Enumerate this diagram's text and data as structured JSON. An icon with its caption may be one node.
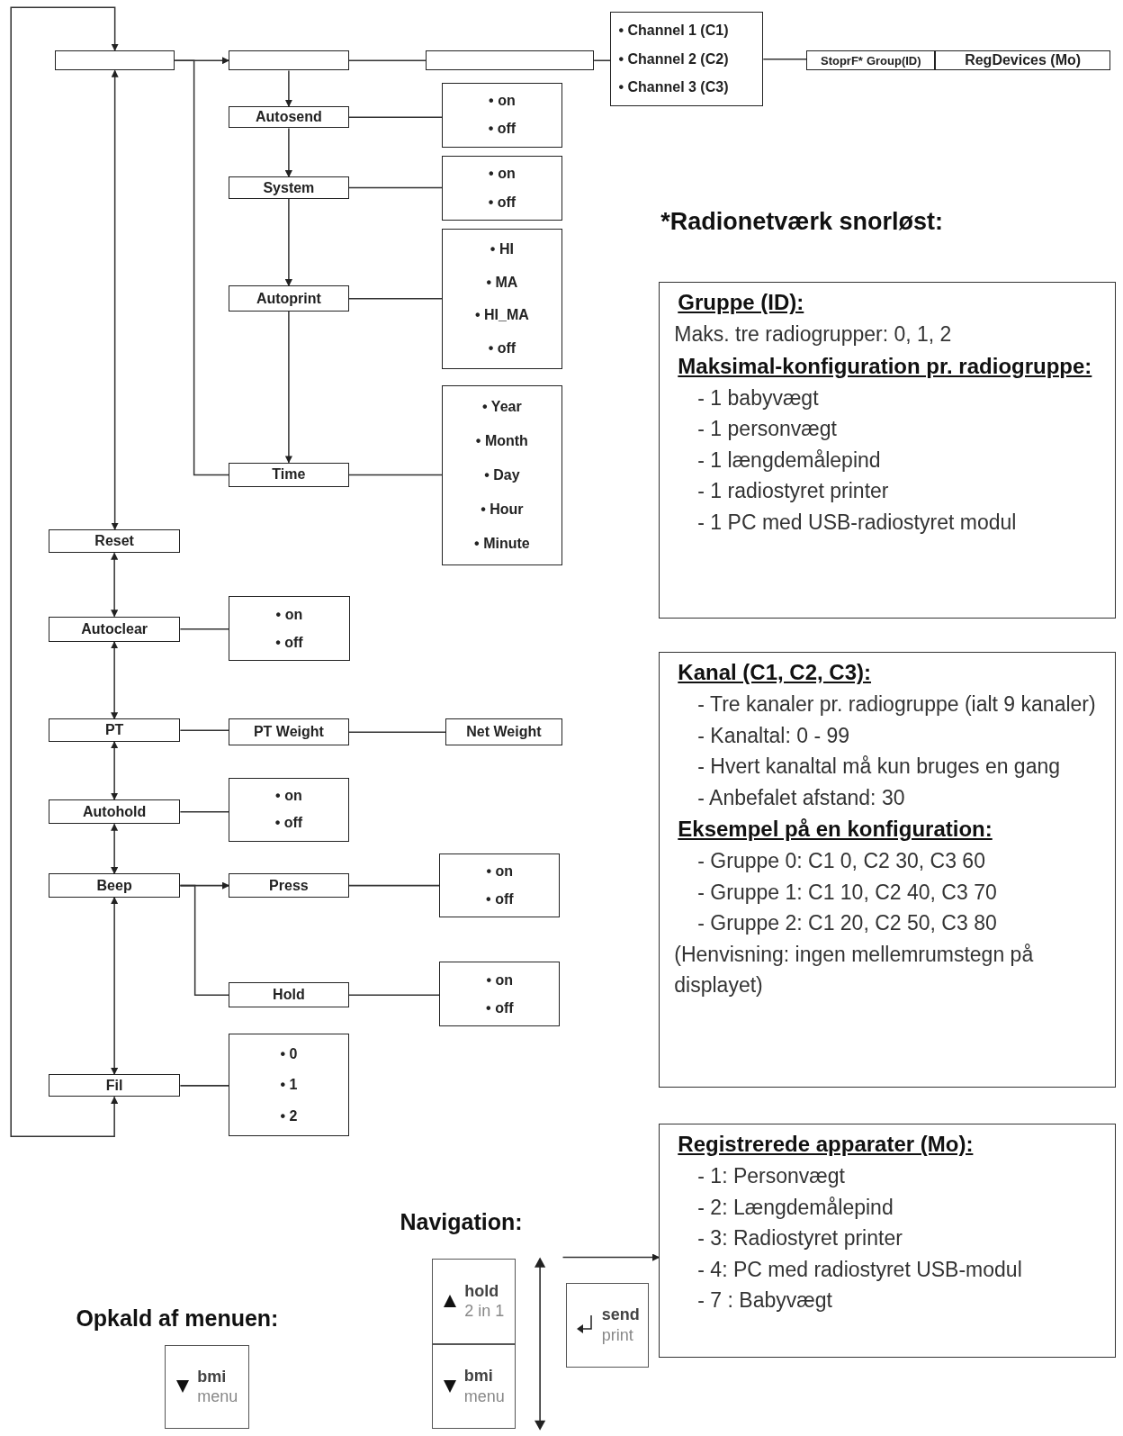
{
  "diagram": {
    "nodes": [
      {
        "text": [],
        "shape": "box"
      },
      {
        "text": [],
        "shape": "box"
      },
      {
        "text": [],
        "shape": "box"
      },
      {
        "text": [
          "• Channel 1 (C1)",
          "• Channel 2 (C2)",
          "• Channel 3 (C3)"
        ]
      },
      {
        "text": [
          "StoprF*",
          "Group(ID)"
        ]
      },
      {
        "text": [
          "RegDevices (Mo)"
        ]
      },
      {
        "text": [
          "Autosend"
        ]
      },
      {
        "text": [
          "• on",
          "• off"
        ]
      },
      {
        "text": [
          "System"
        ]
      },
      {
        "text": [
          "• on",
          "• off"
        ]
      },
      {
        "text": [
          "Autoprint"
        ]
      },
      {
        "text": [
          "• HI",
          "• MA",
          "• HI_MA",
          "• off"
        ]
      },
      {
        "text": [
          "Time"
        ]
      },
      {
        "text": [
          "• Year",
          "• Month",
          "• Day",
          "• Hour",
          "• Minute"
        ]
      },
      {
        "text": [
          "Reset"
        ]
      },
      {
        "text": [
          "Autoclear"
        ]
      },
      {
        "text": [
          "• on",
          "• off"
        ]
      },
      {
        "text": [
          "PT"
        ]
      },
      {
        "text": [
          "PT Weight"
        ]
      },
      {
        "text": [
          "Net Weight"
        ]
      },
      {
        "text": [
          "Autohold"
        ]
      },
      {
        "text": [
          "• on",
          "• off"
        ]
      },
      {
        "text": [
          "Beep"
        ]
      },
      {
        "text": [
          "Press"
        ]
      },
      {
        "text": [
          "• on",
          "• off"
        ]
      },
      {
        "text": [
          "Hold"
        ]
      },
      {
        "text": [
          "• on",
          "• off"
        ]
      },
      {
        "text": [
          "Fil"
        ]
      },
      {
        "text": [
          "• 0",
          "• 1",
          "• 2"
        ]
      },
      {
        "text": [
          "Gruppe (ID):",
          "Maks. tre radiogrupper: 0, 1, 2",
          "Maksimal-konfiguration pr. radiogruppe:",
          "- 1 babyvægt",
          "- 1 personvægt",
          "- 1 længdemålepind",
          "- 1 radiostyret printer",
          "- 1 PC med USB-radiostyret modul"
        ]
      },
      {
        "text": [
          "Kanal (C1, C2, C3):",
          "- Tre kanaler pr. radiogruppe (ialt 9 kanaler)",
          "- Kanaltal: 0 - 99",
          "- Hvert kanaltal må kun bruges en gang",
          "- Anbefalet afstand: 30",
          "Eksempel på en konfiguration:",
          "- Gruppe 0: C1 0, C2 30, C3 60",
          "- Gruppe 1: C1 10, C2 40, C3 70",
          "- Gruppe 2: C1 20, C2 50, C3 80",
          "(Henvisning: ingen mellemrumstegn på displayet)"
        ]
      },
      {
        "text": [
          "Registrerede apparater (Mo):",
          "- 1: Personvægt",
          "- 2: Længdemålepind",
          "- 3: Radiostyret printer",
          "- 4: PC med radiostyret USB-modul",
          "- 7 : Babyvægt"
        ]
      },
      {
        "text": [
          "hold",
          "2 in 1"
        ]
      },
      {
        "text": [
          "bmi",
          "menu"
        ]
      },
      {
        "text": [
          "send",
          "print"
        ]
      },
      {
        "text": [
          "bmi",
          "menu"
        ]
      }
    ],
    "edges": [
      {
        "from": 27,
        "to": 0,
        "arrow": "both"
      },
      {
        "from": 0,
        "to": 14,
        "arrow": "both"
      },
      {
        "from": 14,
        "to": 15,
        "arrow": "both"
      },
      {
        "from": 15,
        "to": 17,
        "arrow": "both"
      },
      {
        "from": 17,
        "to": 20,
        "arrow": "both"
      },
      {
        "from": 20,
        "to": 22,
        "arrow": "both"
      },
      {
        "from": 22,
        "to": 27,
        "arrow": "both"
      },
      {
        "from": 0,
        "to": 1,
        "arrow": "to"
      },
      {
        "from": 0,
        "to": 12,
        "arrow": "none"
      },
      {
        "from": 1,
        "to": 2,
        "arrow": "none"
      },
      {
        "from": 2,
        "to": 3,
        "arrow": "none"
      },
      {
        "from": 3,
        "to": 4,
        "arrow": "none"
      },
      {
        "from": 1,
        "to": 6,
        "arrow": "to"
      },
      {
        "from": 6,
        "to": 8,
        "arrow": "to"
      },
      {
        "from": 8,
        "to": 10,
        "arrow": "to"
      },
      {
        "from": 10,
        "to": 12,
        "arrow": "to"
      },
      {
        "from": 6,
        "to": 7,
        "arrow": "none"
      },
      {
        "from": 8,
        "to": 9,
        "arrow": "none"
      },
      {
        "from": 10,
        "to": 11,
        "arrow": "none"
      },
      {
        "from": 12,
        "to": 13,
        "arrow": "none"
      },
      {
        "from": 15,
        "to": 16,
        "arrow": "none"
      },
      {
        "from": 17,
        "to": 18,
        "arrow": "none"
      },
      {
        "from": 18,
        "to": 19,
        "arrow": "none"
      },
      {
        "from": 20,
        "to": 21,
        "arrow": "none"
      },
      {
        "from": 22,
        "to": 23,
        "arrow": "to"
      },
      {
        "from": 23,
        "to": 24,
        "arrow": "none"
      },
      {
        "from": 22,
        "to": 25,
        "arrow": "none"
      },
      {
        "from": 25,
        "to": 26,
        "arrow": "none"
      },
      {
        "from": 27,
        "to": 28,
        "arrow": "none"
      },
      {
        "from": null,
        "to": 31,
        "arrow": "to"
      }
    ],
    "labels": [
      "*Radionetværk snorløst:",
      "Navigation:",
      "Opkald af menuen:"
    ]
  }
}
